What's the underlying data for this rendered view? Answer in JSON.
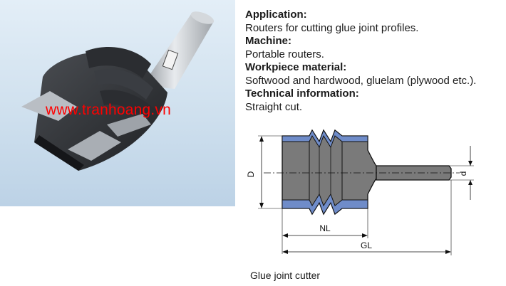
{
  "watermark": "www.tranhoang.vn",
  "info": {
    "application_heading": "Application:",
    "application_text": "Routers for cutting glue joint profiles.",
    "machine_heading": "Machine:",
    "machine_text": "Portable routers.",
    "workpiece_heading": "Workpiece material:",
    "workpiece_text": "Softwood and hardwood, gluelam (plywood etc.).",
    "technical_heading": "Technical information:",
    "technical_text": "Straight cut."
  },
  "drawing": {
    "label_D": "D",
    "label_d": "d",
    "label_NL": "NL",
    "label_GL": "GL"
  },
  "caption": "Glue joint cutter",
  "colors": {
    "body": "#7a7a7a",
    "edge": "#6f8cc9",
    "watermark": "#ff0000"
  }
}
